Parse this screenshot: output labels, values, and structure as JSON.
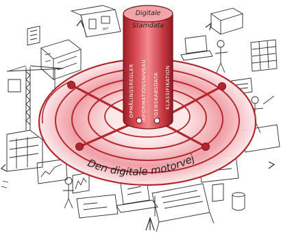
{
  "cylinder": {
    "title_line1": "Digitale",
    "title_line2": "Stamdata",
    "labels": [
      "OPMÅLINGSREGLER",
      "INFORMATIONSNIVEAU",
      "EGENSKABSDATA",
      "KLASSIFIKATION"
    ]
  },
  "ring": {
    "caption": "Den digitale motorvej"
  },
  "sketch": {
    "room_label": "m²"
  },
  "colors": {
    "red_dark": "#b3262c",
    "red_mid": "#e8808a",
    "red_light": "#f8d4d6",
    "ink": "#2a2a2a"
  }
}
